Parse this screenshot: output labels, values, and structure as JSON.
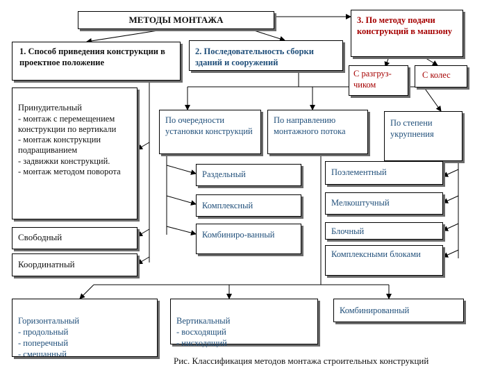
{
  "title": "МЕТОДЫ МОНТАЖА",
  "method1": {
    "heading": "1. Способ приведения конструкции в проектное положение",
    "forced": "Принудительный\n- монтаж с перемещением конструкции по вертикали\n- монтаж конструкции подращиванием\n- задвижки конструкций.\n- монтаж методом поворота",
    "free": "Свободный",
    "coordinate": "Координатный"
  },
  "method2": {
    "heading": "2. Последовательность сборки зданий и сооружений",
    "order": "По очередности установки конструкций",
    "direction": "По направлению монтажного потока",
    "enlargement": "По степени укрупнения"
  },
  "method3": {
    "heading": "3. По методу подачи конструкций в машзону",
    "unloading": "С разгруз-чиком",
    "wheels": "С колес"
  },
  "order_types": {
    "separate": "Раздельный",
    "complex": "Комплексный",
    "combined": "Комбиниро-ванный"
  },
  "enlargement_types": {
    "elementwise": "Поэлементный",
    "small_piece": "Мелкоштучный",
    "block": "Блочный",
    "complex_blocks": "Комплексными блоками"
  },
  "flow_types": {
    "horizontal": "Горизонтальный\n- продольный\n- поперечный\n- смешанный",
    "vertical": "Вертикальный\n- восходящий\n- нисходящий",
    "combined": "Комбинированный"
  },
  "caption": "Рис. Классификация методов монтажа строительных конструкций",
  "colors": {
    "header_text": "#111111",
    "node_text": "#1f4e79",
    "method3_text": "#a50000",
    "border": "#000000",
    "shadow": "#6b6b6b"
  }
}
